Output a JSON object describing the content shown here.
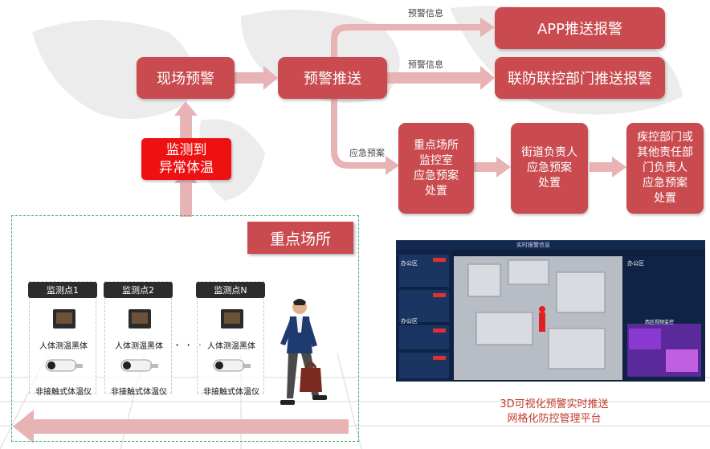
{
  "boxes": {
    "onsite_warning": "现场预警",
    "warning_push": "预警推送",
    "app_push": "APP推送报警",
    "joint_push": "联防联控部门推送报警",
    "abnormal_temp": "监测到\n异常体温",
    "site_response": "重点场所\n监控室\n应急预案\n处置",
    "street_response": "街道负责人\n应急预案\n处置",
    "cdc_response": "疾控部门或\n其他责任部\n门负责人\n应急预案\n处置"
  },
  "labels": {
    "warn_info_1": "预警信息",
    "warn_info_2": "预警信息",
    "emergency_plan": "应急预案"
  },
  "zone": {
    "title": "重点场所",
    "points": [
      {
        "name": "监测点1",
        "device1": "人体测温黑体",
        "device2": "非接触式体温仪"
      },
      {
        "name": "监测点2",
        "device1": "人体测温黑体",
        "device2": "非接触式体温仪"
      },
      {
        "name": "监测点N",
        "device1": "人体测温黑体",
        "device2": "非接触式体温仪"
      }
    ],
    "dots": "· · ·"
  },
  "screenshot": {
    "title": "实时报警信息",
    "list_header": "办公区",
    "card_title": "办公区",
    "side_title": "办公区",
    "video_label": "西区视频监控"
  },
  "caption": {
    "line1": "3D可视化预警实时推送",
    "line2": "网格化防控管理平台"
  },
  "colors": {
    "box": "#c94b4f",
    "alert": "#ee1111",
    "arrow": "#e8b3b5",
    "zone_border": "#3bb06a"
  }
}
